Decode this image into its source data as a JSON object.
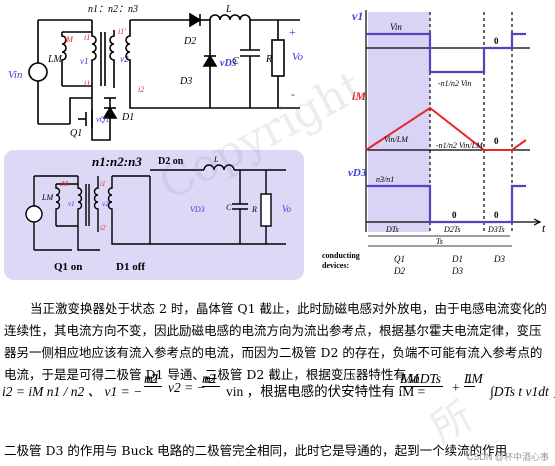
{
  "top_circuit": {
    "turns_label": "n1：n2：n3",
    "L_M": "LM",
    "i_M": "iM",
    "i_1": "i1",
    "i_1_prime": "i1'",
    "i_2": "i2",
    "v_1": "v1",
    "v_2": "v2",
    "v_in": "Vin",
    "D2": "D2",
    "D3": "D3",
    "vD3": "vD3",
    "L": "L",
    "C": "C",
    "R": "R",
    "V_o": "Vo",
    "Q1": "Q1",
    "vQ1": "vQ1",
    "D1": "D1",
    "plus": "+",
    "minus": "-"
  },
  "bottom_circuit": {
    "turns_label": "n1:n2:n3",
    "D2_on": "D2 on",
    "Q1_on": "Q1 on",
    "D1_off": "D1 off",
    "L_M": "LM",
    "i_M": "iM",
    "i_1": "i1",
    "i_2": "i2",
    "v_1": "v1",
    "v_2": "v2",
    "L": "L",
    "C": "C",
    "R": "R",
    "V_D3": "VD3",
    "V_o": "Vo"
  },
  "waveforms": {
    "v1_label": "v1",
    "v1_high": "Vin",
    "v1_neg": "-n1/n2 Vin",
    "zero": "0",
    "iM_label": "iM",
    "iM_slope_up": "Vin/LM",
    "iM_slope_down": "-n1/n2 Vin/LM",
    "vD3_label": "vD3",
    "vD3_high": "n3/n1",
    "dts": "DTs",
    "d2ts": "D2Ts",
    "d3ts": "D3Ts",
    "ts": "Ts",
    "t_axis": "t",
    "conducting_label_1": "conducting",
    "conducting_label_2": "devices:",
    "dev1_a": "Q1",
    "dev1_b": "D2",
    "dev2_a": "D1",
    "dev2_b": "D3",
    "dev3": "D3"
  },
  "text": {
    "paragraph1": "当正激变换器处于状态 2 时，晶体管 Q1 截止，此时励磁电感对外放电，由于电感电流变化的连续性，其电流方向不变，因此励磁电感的电流方向为流出参考点，根据基尔霍夫电流定律，变压器另一侧相应地应该有流入参考点的电流，而因为二极管 D2 的存在，负端不可能有流入参考点的电流，于是是可得二极管 D1 导通、二极管 D2 截止，根据变压器特性有",
    "formula_a": "i2 = iM n1 / n2 、 v1 = −",
    "formula_frac1_num": "n1",
    "formula_frac1_den": "n2",
    "formula_b": "v2 = −",
    "formula_c": "vin ，根据电感的伏安特性有 iM =",
    "formula_frac3_num": "VinDTs",
    "formula_frac3_den": "LM",
    "formula_d": "+",
    "formula_frac4_num": "1",
    "formula_frac4_den": "LM",
    "formula_e": "∫DTs t v1dt ；",
    "paragraph3": "二极管 D3 的作用与 Buck 电路的二极管完全相同，此时它是导通的，起到一个续流的作用",
    "watermark_1": "Copyright",
    "watermark_2": "所",
    "csdn_mark": "CSDN @杯中酒心事"
  },
  "colors": {
    "red": "#e8262a",
    "blue": "#3c3cdc",
    "purple": "#5a3fc0",
    "highlight": "#d9d4f5",
    "panel": "#dcd8f6"
  }
}
